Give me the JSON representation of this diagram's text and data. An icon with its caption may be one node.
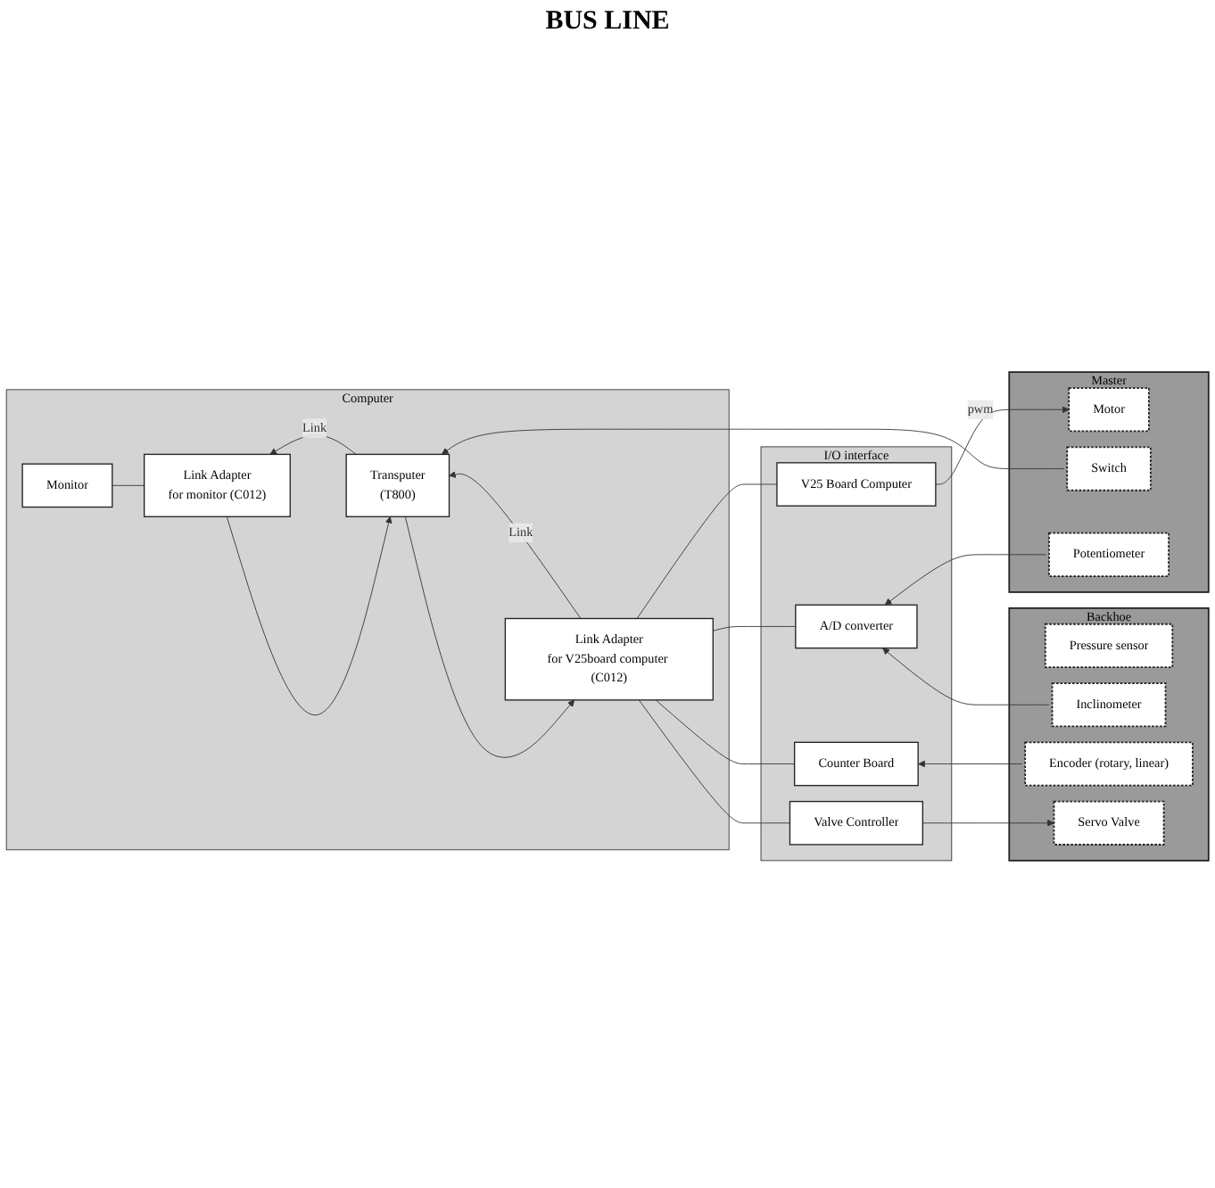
{
  "diagram": {
    "nodes": [
      {
        "text": [
          "Computer"
        ]
      },
      {
        "text": [
          "Monitor"
        ],
        "in": 0
      },
      {
        "text": [
          "Transputer",
          "(T800)"
        ],
        "in": 0
      },
      {
        "text": [
          "Link Adapter",
          "for monitor (C012)"
        ],
        "in": 0
      },
      {
        "text": [
          "Link Adapter",
          "for V25board computer (C012)"
        ],
        "in": 0
      },
      {
        "text": [
          "Master"
        ]
      },
      {
        "text": [
          "Motor"
        ],
        "in": 5
      },
      {
        "text": [
          "Switch"
        ],
        "in": 5
      },
      {
        "text": [
          "Potentiometer"
        ],
        "in": 5
      },
      {
        "text": [
          "I/O interface"
        ]
      },
      {
        "text": [
          "V25 Board Computer"
        ],
        "in": 9
      },
      {
        "text": [
          "A/D converter"
        ],
        "in": 9
      },
      {
        "text": [
          "Counter Board"
        ],
        "in": 9
      },
      {
        "text": [
          "Valve Controller"
        ],
        "in": 9
      },
      {
        "text": [
          "Backhoe"
        ]
      },
      {
        "text": [
          "Pressure sensor"
        ],
        "in": 14
      },
      {
        "text": [
          "Inclinometer"
        ],
        "in": 14
      },
      {
        "text": [
          "Encoder (rotary, linear)"
        ],
        "in": 14
      },
      {
        "text": [
          "Servo Valve"
        ],
        "in": 14
      }
    ],
    "edges": [
      {
        "from": 1,
        "to": 3,
        "arrow": "none"
      },
      {
        "from": 3,
        "to": 2,
        "arrow": "to"
      },
      {
        "from": 2,
        "to": 3,
        "arrow": "to",
        "label": "Link"
      },
      {
        "from": 4,
        "to": 2,
        "arrow": "to",
        "label": "Link"
      },
      {
        "from": 2,
        "to": 4,
        "arrow": "to"
      },
      {
        "from": 4,
        "to": 10,
        "arrow": "none"
      },
      {
        "from": 4,
        "to": 11,
        "arrow": "none"
      },
      {
        "from": 4,
        "to": 12,
        "arrow": "none"
      },
      {
        "from": 4,
        "to": 13,
        "arrow": "none"
      },
      {
        "from": 7,
        "to": 2,
        "arrow": "to"
      },
      {
        "from": 10,
        "to": 6,
        "arrow": "to",
        "label": "pwm"
      },
      {
        "from": 8,
        "to": 11,
        "arrow": "to"
      },
      {
        "from": 16,
        "to": 11,
        "arrow": "to"
      },
      {
        "from": 17,
        "to": 12,
        "arrow": "to"
      },
      {
        "from": 13,
        "to": 18,
        "arrow": "to"
      }
    ],
    "labels": [
      "BUS LINE"
    ]
  }
}
